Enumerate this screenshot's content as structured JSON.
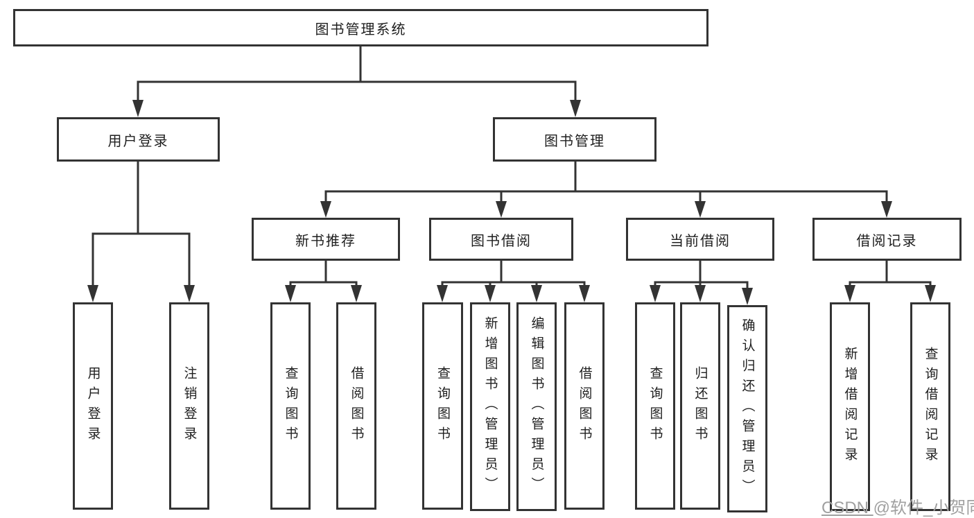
{
  "tree": {
    "root": {
      "label": "图书管理系统"
    },
    "branches": [
      {
        "label": "用户登录",
        "leaves": [
          {
            "label": "用户登录"
          },
          {
            "label": "注销登录"
          }
        ]
      },
      {
        "label": "图书管理",
        "groups": [
          {
            "label": "新书推荐",
            "leaves": [
              {
                "label": "查询图书"
              },
              {
                "label": "借阅图书"
              }
            ]
          },
          {
            "label": "图书借阅",
            "leaves": [
              {
                "label": "查询图书"
              },
              {
                "label": "新增图书（管理员）"
              },
              {
                "label": "编辑图书（管理员）"
              },
              {
                "label": "借阅图书"
              }
            ]
          },
          {
            "label": "当前借阅",
            "leaves": [
              {
                "label": "查询图书"
              },
              {
                "label": "归还图书"
              },
              {
                "label": "确认归还（管理员）"
              }
            ]
          },
          {
            "label": "借阅记录",
            "leaves": [
              {
                "label": "新增借阅记录"
              },
              {
                "label": "查询借阅记录"
              }
            ]
          }
        ]
      }
    ]
  },
  "watermark": {
    "prefix": "CSDN ",
    "handle": "@软件_小贺同学"
  },
  "colors": {
    "line": "#333333",
    "text": "#1e1e1e",
    "watermark": "#a0a0a0",
    "background": "#ffffff"
  }
}
